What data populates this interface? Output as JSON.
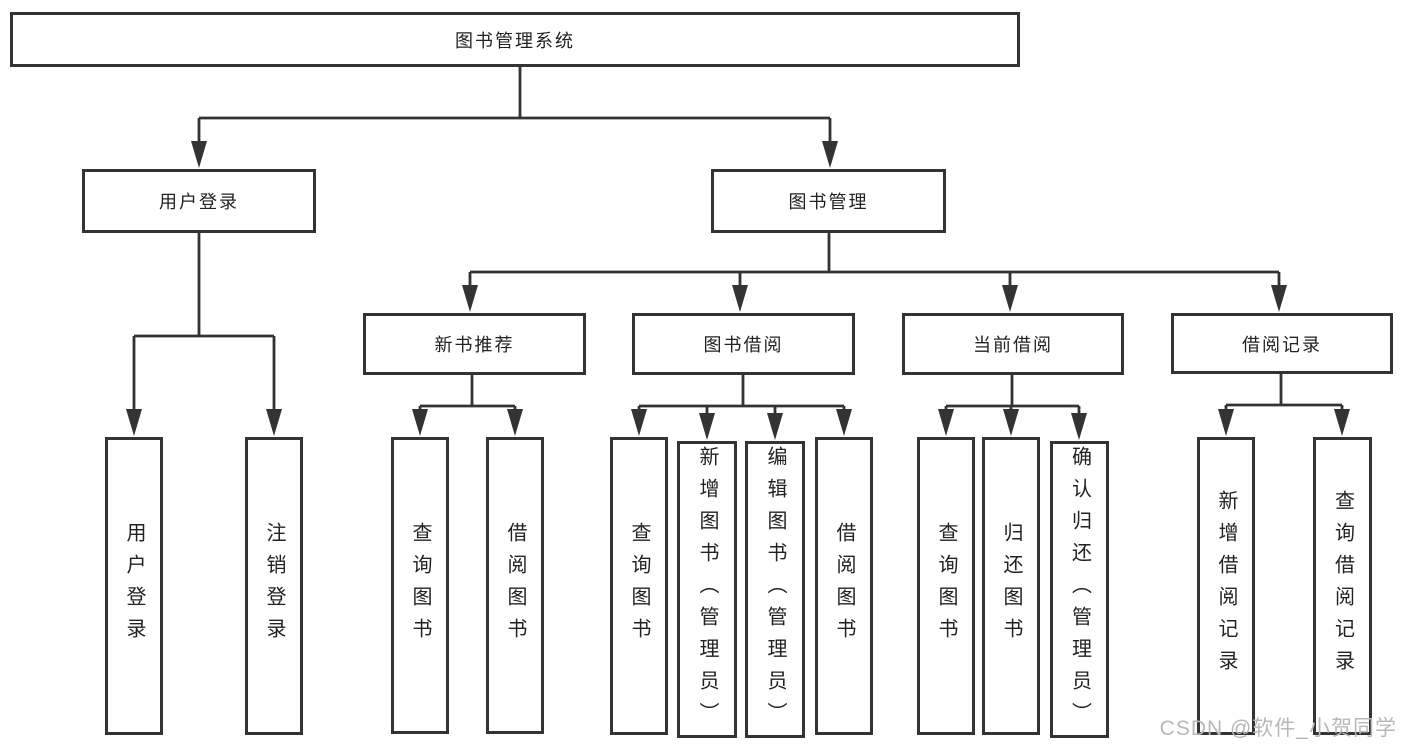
{
  "diagram": {
    "root": {
      "label": "图书管理系统"
    },
    "branches": [
      {
        "label": "用户登录",
        "children": [
          {
            "label": "用户登录"
          },
          {
            "label": "注销登录"
          }
        ]
      },
      {
        "label": "图书管理",
        "children": [
          {
            "label": "新书推荐",
            "children": [
              {
                "label": "查询图书"
              },
              {
                "label": "借阅图书"
              }
            ]
          },
          {
            "label": "图书借阅",
            "children": [
              {
                "label": "查询图书"
              },
              {
                "label": "新增图书（管理员）"
              },
              {
                "label": "编辑图书（管理员）"
              },
              {
                "label": "借阅图书"
              }
            ]
          },
          {
            "label": "当前借阅",
            "children": [
              {
                "label": "查询图书"
              },
              {
                "label": "归还图书"
              },
              {
                "label": "确认归还（管理员）"
              }
            ]
          },
          {
            "label": "借阅记录",
            "children": [
              {
                "label": "新增借阅记录"
              },
              {
                "label": "查询借阅记录"
              }
            ]
          }
        ]
      }
    ]
  },
  "watermark": {
    "text": "CSDN @软件_小贺同学"
  },
  "colors": {
    "line": "#333333",
    "text": "#222222",
    "box_background": "#ffffff",
    "watermark": "#b8b8b8",
    "background": "#ffffff"
  }
}
